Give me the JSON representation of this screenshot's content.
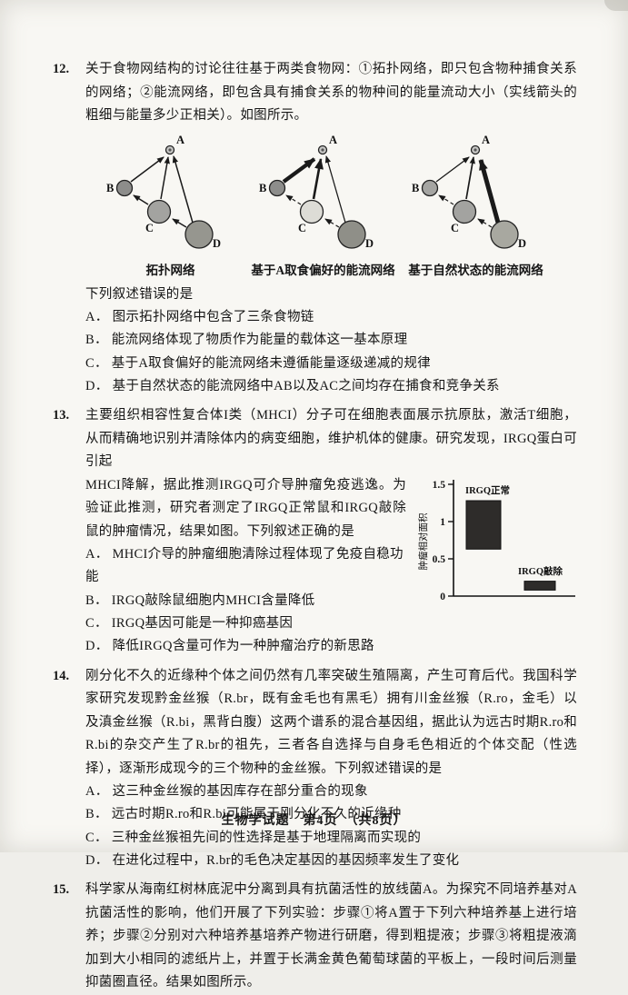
{
  "questions": [
    {
      "number": "12.",
      "stem": "关于食物网结构的讨论往往基于两类食物网：①拓扑网络，即只包含物种捕食关系的网络；②能流网络，即包含具有捕食关系的物种间的能量流动大小（实线箭头的粗细与能量多少正相关）。如图所示。",
      "prompt": "下列叙述错误的是",
      "options": [
        {
          "label": "A．",
          "text": "图示拓扑网络中包含了三条食物链"
        },
        {
          "label": "B．",
          "text": "能流网络体现了物质作为能量的载体这一基本原理"
        },
        {
          "label": "C．",
          "text": "基于A取食偏好的能流网络未遵循能量逐级递减的规律"
        },
        {
          "label": "D．",
          "text": "基于自然状态的能流网络中AB以及AC之间均存在捕食和竞争关系"
        }
      ]
    },
    {
      "number": "13.",
      "stem_part1": "主要组织相容性复合体I类（MHCI）分子可在细胞表面展示抗原肽，激活T细胞，从而精确地识别并清除体内的病变细胞，维护机体的健康。研究发现，IRGQ蛋白可引起",
      "stem_part2": "MHCI降解，据此推测IRGQ可介导肿瘤免疫逃逸。为验证此推测，研究者测定了IRGQ正常鼠和IRGQ敲除鼠的肿瘤情况，结果如图。下列叙述正确的是",
      "options": [
        {
          "label": "A．",
          "text": "MHCI介导的肿瘤细胞清除过程体现了免疫自稳功能"
        },
        {
          "label": "B．",
          "text": "IRGQ敲除鼠细胞内MHCI含量降低"
        },
        {
          "label": "C．",
          "text": "IRGQ基因可能是一种抑癌基因"
        },
        {
          "label": "D．",
          "text": "降低IRGQ含量可作为一种肿瘤治疗的新思路"
        }
      ]
    },
    {
      "number": "14.",
      "stem": "刚分化不久的近缘种个体之间仍然有几率突破生殖隔离，产生可育后代。我国科学家研究发现黔金丝猴（R.br，既有金毛也有黑毛）拥有川金丝猴（R.ro，金毛）以及滇金丝猴（R.bi，黑背白腹）这两个谱系的混合基因组，据此认为远古时期R.ro和R.bi的杂交产生了R.br的祖先，三者各自选择与自身毛色相近的个体交配（性选择），逐渐形成现今的三个物种的金丝猴。下列叙述错误的是",
      "options": [
        {
          "label": "A．",
          "text": "这三种金丝猴的基因库存在部分重合的现象"
        },
        {
          "label": "B．",
          "text": "远古时期R.ro和R.bi可能属于刚分化不久的近缘种"
        },
        {
          "label": "C．",
          "text": "三种金丝猴祖先间的性选择是基于地理隔离而实现的"
        },
        {
          "label": "D．",
          "text": "在进化过程中，R.br的毛色决定基因的基因频率发生了变化"
        }
      ]
    },
    {
      "number": "15.",
      "stem": "科学家从海南红树林底泥中分离到具有抗菌活性的放线菌A。为探究不同培养基对A抗菌活性的影响，他们开展了下列实验：步骤①将A置于下列六种培养基上进行培养；步骤②分别对六种培养基培养产物进行研磨，得到粗提液；步骤③将粗提液滴加到大小相同的滤纸片上，并置于长满金黄色葡萄球菌的平板上，一段时间后测量抑菌圈直径。结果如图所示。"
    }
  ],
  "diagrams": {
    "node_labels": {
      "a": "A",
      "b": "B",
      "c": "C",
      "d": "D"
    },
    "captions": [
      "拓扑网络",
      "基于A取食偏好的能流网络",
      "基于自然状态的能流网络"
    ]
  },
  "chart_data": {
    "type": "bar",
    "subtype": "floating-range-bars",
    "ylabel": "肿瘤相对面积",
    "ylim": [
      0,
      1.5
    ],
    "yticks": [
      0,
      0.5,
      1,
      1.5
    ],
    "ytick_labels": [
      "0",
      "0.5",
      "1",
      "1.5"
    ],
    "series": [
      {
        "name": "IRGQ正常",
        "range": [
          0.63,
          1.28
        ]
      },
      {
        "name": "IRGQ敲除",
        "range": [
          0.08,
          0.2
        ]
      }
    ],
    "grid": false,
    "legend_position": "labels-on-plot"
  },
  "footer": {
    "text": "生物学试题　第4页　（共8页）"
  }
}
